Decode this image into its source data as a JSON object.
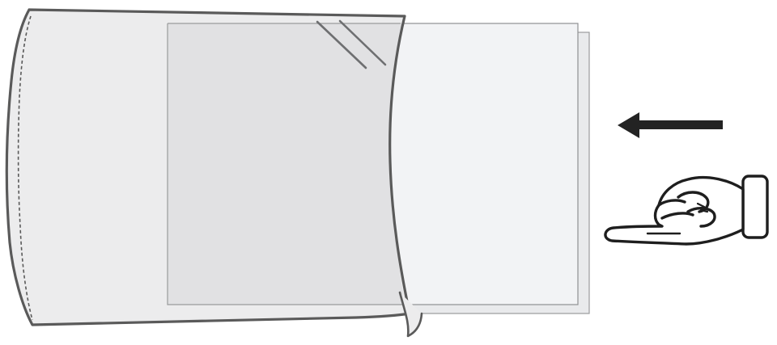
{
  "diagram": {
    "colors": {
      "background": "#ffffff",
      "outline": "#5a5a5a",
      "sleeve_fill": "#ececed",
      "sleeve_overlap_fill": "#e1e1e3",
      "sheet_front_fill": "#f2f3f5",
      "sheet_back_fill": "#e9eaec",
      "arrow_fill": "#232323",
      "hand_outline": "#1e1e1e",
      "hand_fill": "#ffffff"
    },
    "elements": {
      "sleeve": {
        "icon": "sleeve-pouch",
        "seam": "dashed-seam-left"
      },
      "sheets": {
        "icon": "paper-sheets",
        "count": 2
      },
      "arrow": {
        "icon": "left-arrow-icon",
        "direction": "left"
      },
      "hand": {
        "icon": "pointing-hand-icon",
        "pointing": "left"
      }
    }
  }
}
